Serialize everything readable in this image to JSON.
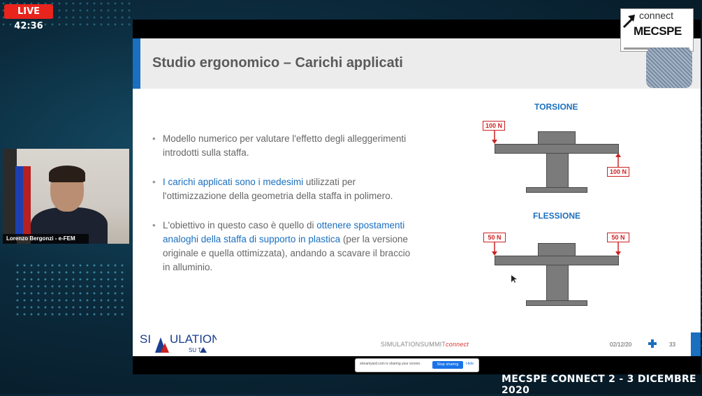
{
  "live": {
    "label": "LIVE 42:36"
  },
  "slide": {
    "title": "Studio ergonomico – Carichi applicati",
    "bullets": [
      {
        "parts": [
          {
            "text": "Modello numerico per valutare l'effetto degli alleggerimenti introdotti sulla staffa.",
            "hl": false
          }
        ]
      },
      {
        "parts": [
          {
            "text": "I carichi applicati sono i medesimi",
            "hl": true
          },
          {
            "text": " utilizzati per l'ottimizzazione della geometria della staffa in polimero.",
            "hl": false
          }
        ]
      },
      {
        "parts": [
          {
            "text": "L'obiettivo in questo caso è quello di ",
            "hl": false
          },
          {
            "text": "ottenere spostamenti analoghi della staffa di supporto in plastica",
            "hl": true
          },
          {
            "text": " (per la versione originale e quella ottimizzata), andando a scavare il braccio in alluminio.",
            "hl": false
          }
        ]
      }
    ],
    "torsion": {
      "title": "TORSIONE",
      "force_left": "100 N",
      "force_right": "100 N"
    },
    "flexion": {
      "title": "FLESSIONE",
      "force_left": "50 N",
      "force_right": "50 N"
    },
    "logo": {
      "line1": "ULATION",
      "si": "SI",
      "summit": "SU  T"
    },
    "footer": {
      "center_main": "SIMULATIONSUMMIT",
      "center_accent": "connect",
      "date": "02/12/20",
      "page": "33"
    }
  },
  "webcam": {
    "name": "Lorenzo Bergonzi - e-FEM"
  },
  "brand": {
    "connect": "connect",
    "mecspe": "MECSPE"
  },
  "share": {
    "text": "streamyard.com is sharing your screen.",
    "stop_label": "Stop sharing",
    "hide_label": "Hide"
  },
  "banner": {
    "text": "MECSPE CONNECT  2 - 3 DICEMBRE 2020"
  }
}
